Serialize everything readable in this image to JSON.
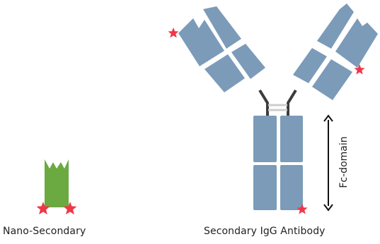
{
  "labels": {
    "nano_secondary": "Nano-Secondary",
    "secondary_igg": "Secondary IgG Antibody",
    "fc_domain": "Fc-domain"
  },
  "colors": {
    "antibody_domain": "#7b9bb9",
    "hinge_dark": "#3c3c3c",
    "hinge_light": "#cccccc",
    "nanobody": "#6aaa40",
    "fluorophore_star": "#f0374a",
    "arrow": "#111111"
  },
  "icons": {
    "fluorophore": "star-icon"
  }
}
